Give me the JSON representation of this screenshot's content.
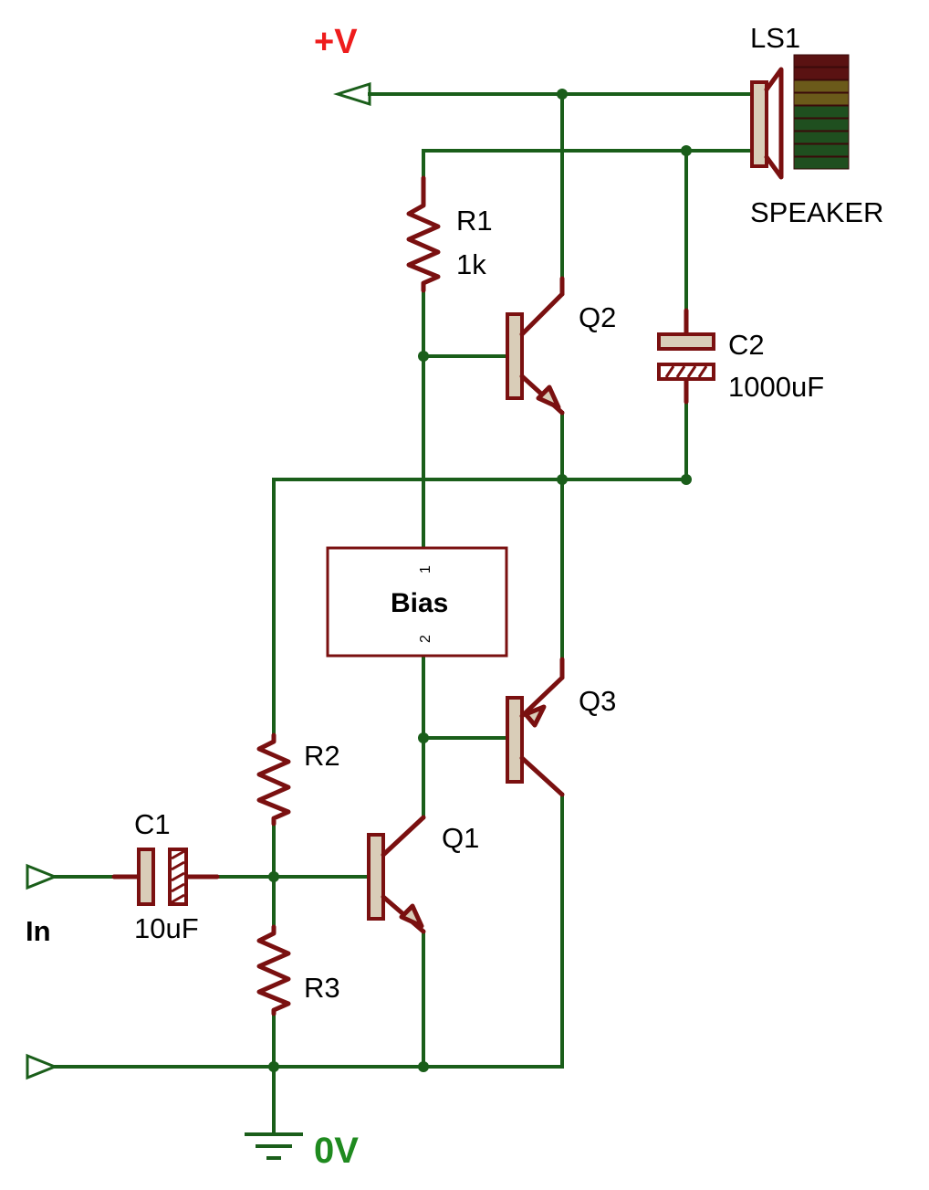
{
  "colors": {
    "wire": "#1a5e1a",
    "component": "#7a1010",
    "plate_fill": "#d9cdb8",
    "positive_rail_label": "#ee1c1c",
    "ground_label": "#1f8a1f"
  },
  "rails": {
    "positive": "+V",
    "ground": "0V"
  },
  "ports": {
    "input": "In"
  },
  "components": {
    "r1": {
      "ref": "R1",
      "value": "1k"
    },
    "r2": {
      "ref": "R2"
    },
    "r3": {
      "ref": "R3"
    },
    "c1": {
      "ref": "C1",
      "value": "10uF"
    },
    "c2": {
      "ref": "C2",
      "value": "1000uF"
    },
    "q1": {
      "ref": "Q1"
    },
    "q2": {
      "ref": "Q2"
    },
    "q3": {
      "ref": "Q3"
    },
    "ls1": {
      "ref": "LS1",
      "value": "SPEAKER"
    },
    "bias": {
      "label": "Bias",
      "pin1": "1",
      "pin2": "2"
    }
  },
  "speaker_meter_colors": [
    "#5a1212",
    "#5a1212",
    "#6b5a1a",
    "#6b5a1a",
    "#1f4f1f",
    "#1f4f1f",
    "#1f4f1f",
    "#1f4f1f",
    "#1f4f1f"
  ]
}
